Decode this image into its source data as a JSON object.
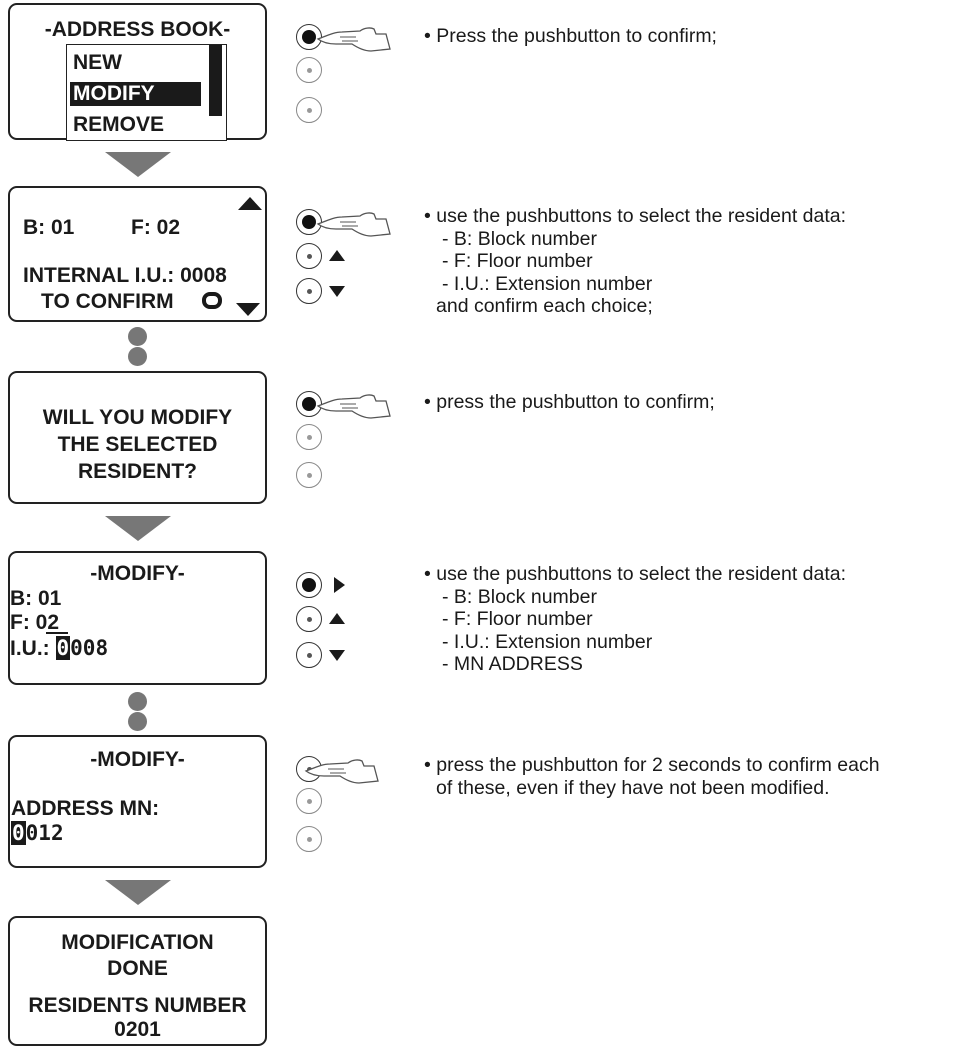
{
  "screens": {
    "address_book": {
      "title": "-ADDRESS BOOK-",
      "menu_items": [
        "NEW",
        "MODIFY",
        "REMOVE"
      ],
      "selected_index": 1
    },
    "select_resident": {
      "block": "B: 01",
      "floor": "F: 02",
      "internal": "INTERNAL  I.U.: 0008",
      "confirm": "TO CONFIRM"
    },
    "confirm_modify": {
      "lines": [
        "WILL YOU MODIFY",
        "THE SELECTED",
        "RESIDENT?"
      ]
    },
    "modify_data": {
      "title": "-MODIFY-",
      "block": "B:  01",
      "floor": "F:  02",
      "iu_label": "I.U.: ",
      "iu_cursor": "0",
      "iu_rest": "008"
    },
    "modify_address": {
      "title": "-MODIFY-",
      "label": "ADDRESS MN:",
      "value_cursor": "0",
      "value_rest": "012"
    },
    "done": {
      "line1": "MODIFICATION",
      "line2": "DONE",
      "line3": "RESIDENTS NUMBER",
      "line4": "0201"
    }
  },
  "instructions": {
    "step1": "• Press the pushbutton to confirm;",
    "step2": {
      "intro": "• use the pushbuttons to select the resident data:",
      "items": [
        "- B: Block number",
        "- F: Floor number",
        "- I.U.: Extension number"
      ],
      "outro": "and confirm each choice;"
    },
    "step3": "• press the pushbutton to confirm;",
    "step4": {
      "intro": "• use the pushbuttons to select the resident data:",
      "items": [
        "- B: Block number",
        "- F: Floor number",
        "- I.U.: Extension number",
        "- MN ADDRESS"
      ]
    },
    "step5": {
      "line1": "• press the pushbutton for 2 seconds to confirm each",
      "line2": "of these, even if they have not been modified."
    }
  },
  "icons": {
    "hand": "pointing-hand-icon",
    "button": "pushbutton-icon",
    "up": "arrow-up-icon",
    "down": "arrow-down-icon",
    "right": "arrow-right-icon",
    "confirm": "confirm-ring-icon"
  }
}
